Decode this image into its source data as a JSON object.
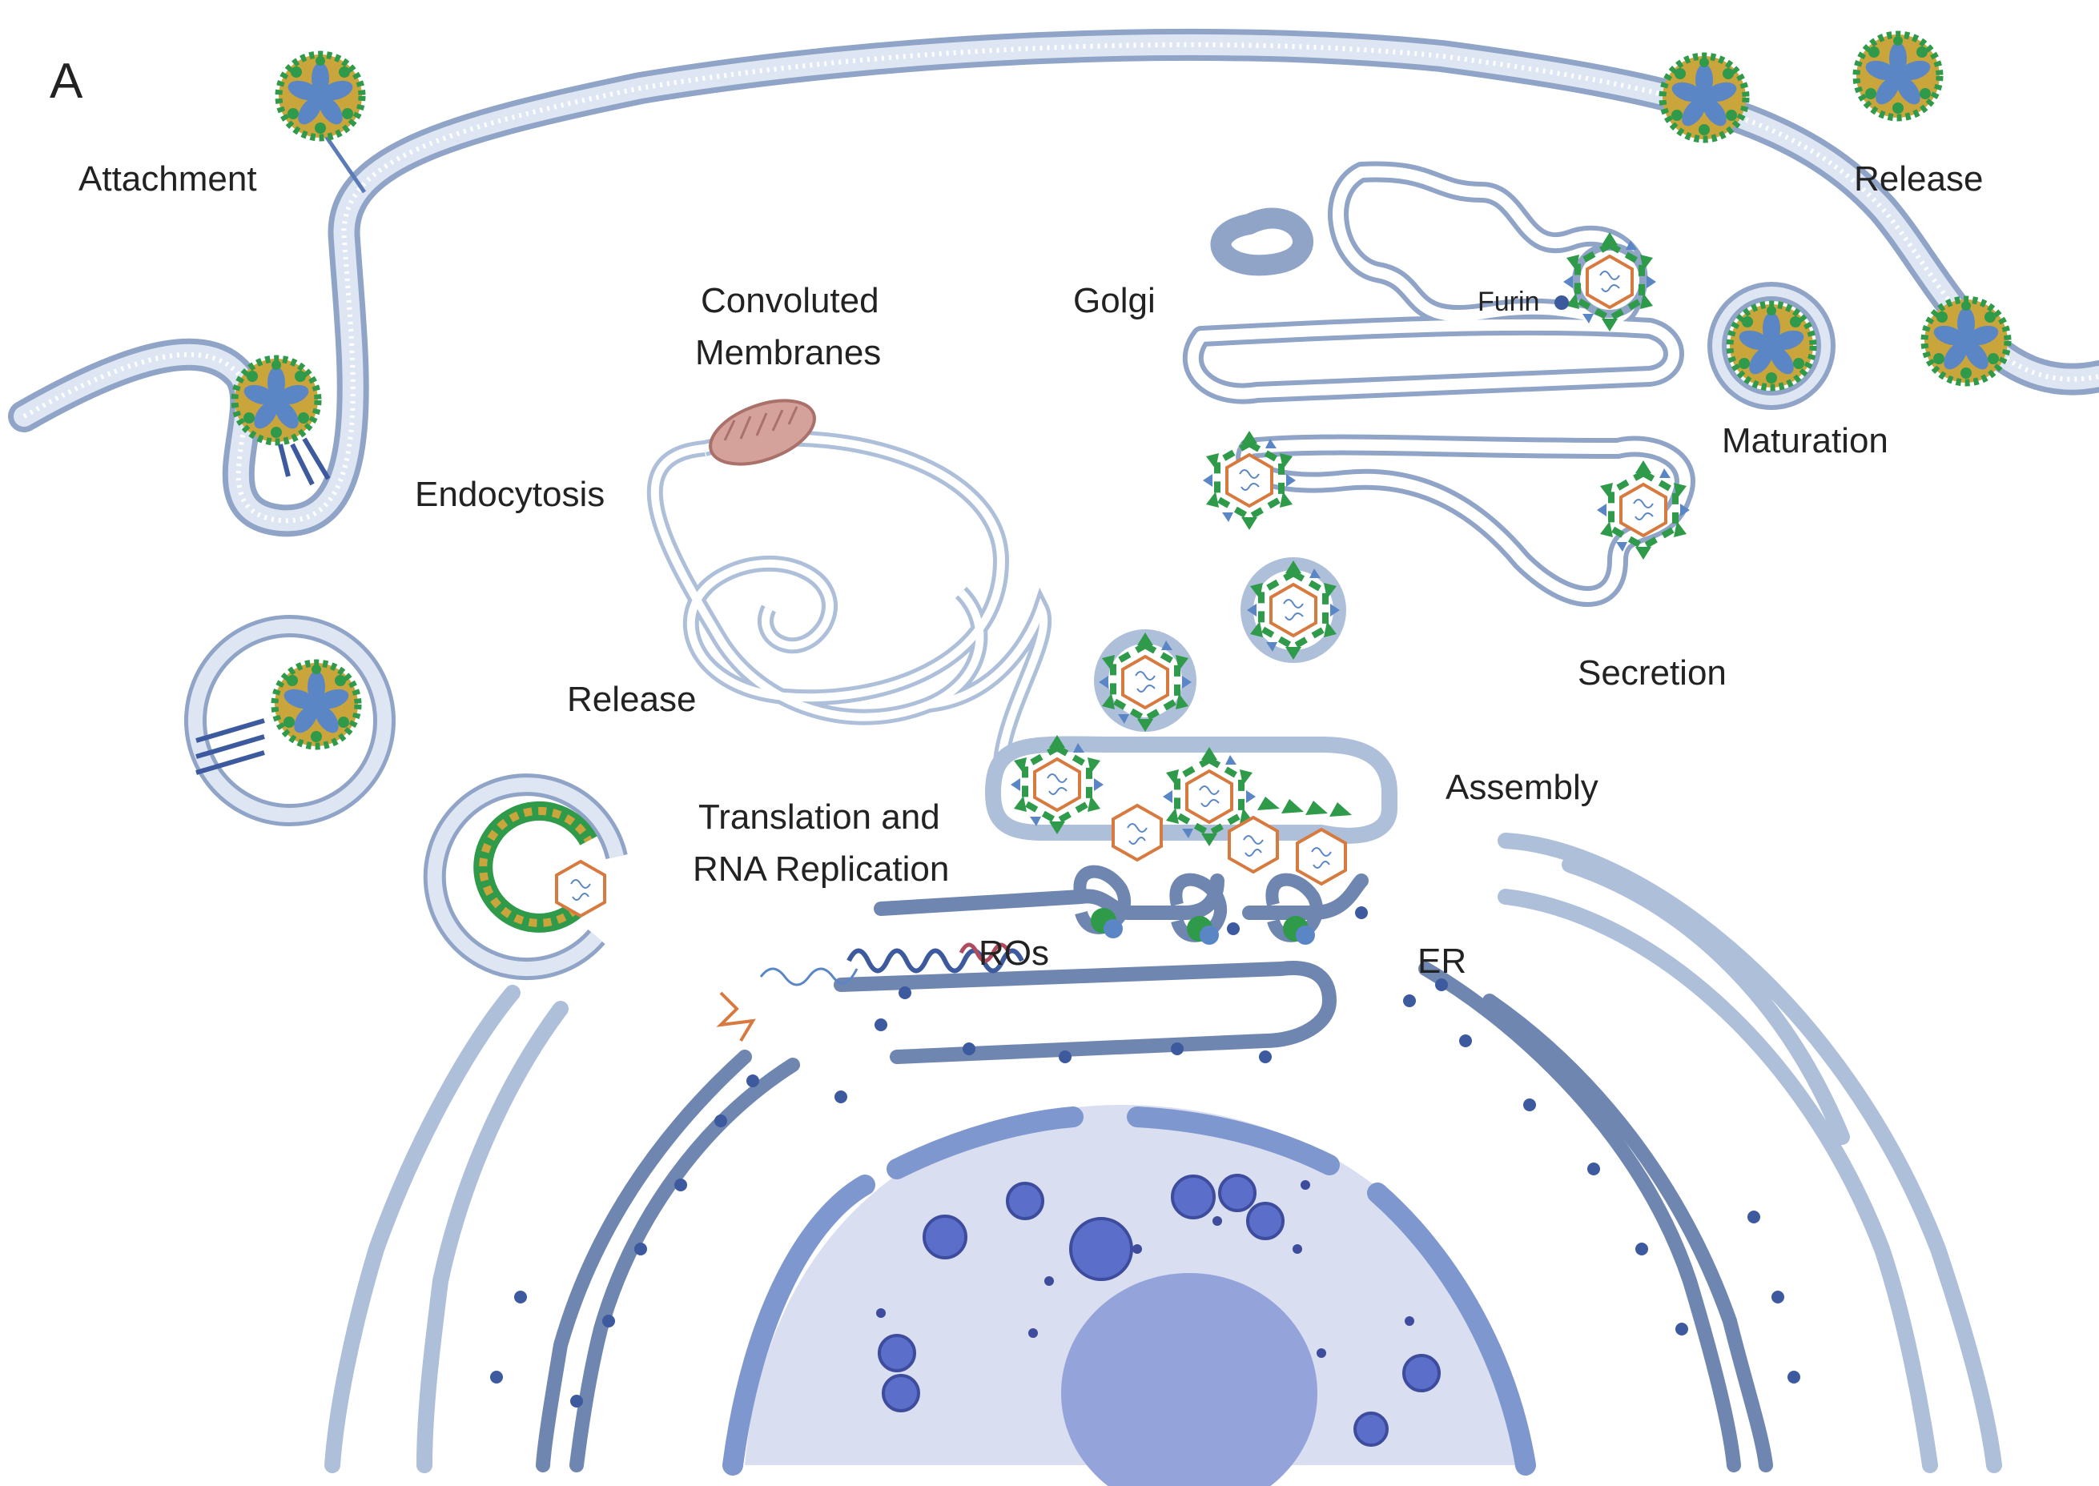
{
  "panel_letter": "A",
  "labels": {
    "attachment": "Attachment",
    "endocytosis": "Endocytosis",
    "release_left": "Release",
    "convoluted_membranes_line1": "Convoluted",
    "convoluted_membranes_line2": "Membranes",
    "golgi": "Golgi",
    "furin": "Furin",
    "release_top_right": "Release",
    "maturation": "Maturation",
    "secretion": "Secretion",
    "assembly": "Assembly",
    "translation_line1": "Translation and",
    "translation_line2": "RNA Replication",
    "ros": "ROs",
    "er": "ER"
  },
  "colors": {
    "membrane_fill": "#dfe6f3",
    "membrane_stroke": "#8fa4c6",
    "membrane_dots": "#93a6c7",
    "er_stroke": "#6f86b0",
    "er_pale_stroke": "#aebfda",
    "ribosome": "#3d5a9e",
    "nucleus_fill": "#d9def1",
    "nucleus_envelope": "#7f97cf",
    "nucleolus": "#94a3d9",
    "chromatin": "#5b6ec9",
    "virus_green": "#2e9a4a",
    "virus_blue": "#5b86c6",
    "virus_yellow": "#c9a53b",
    "capsid_orange": "#d77a3f",
    "mitochondrion": "#d4a29a"
  }
}
